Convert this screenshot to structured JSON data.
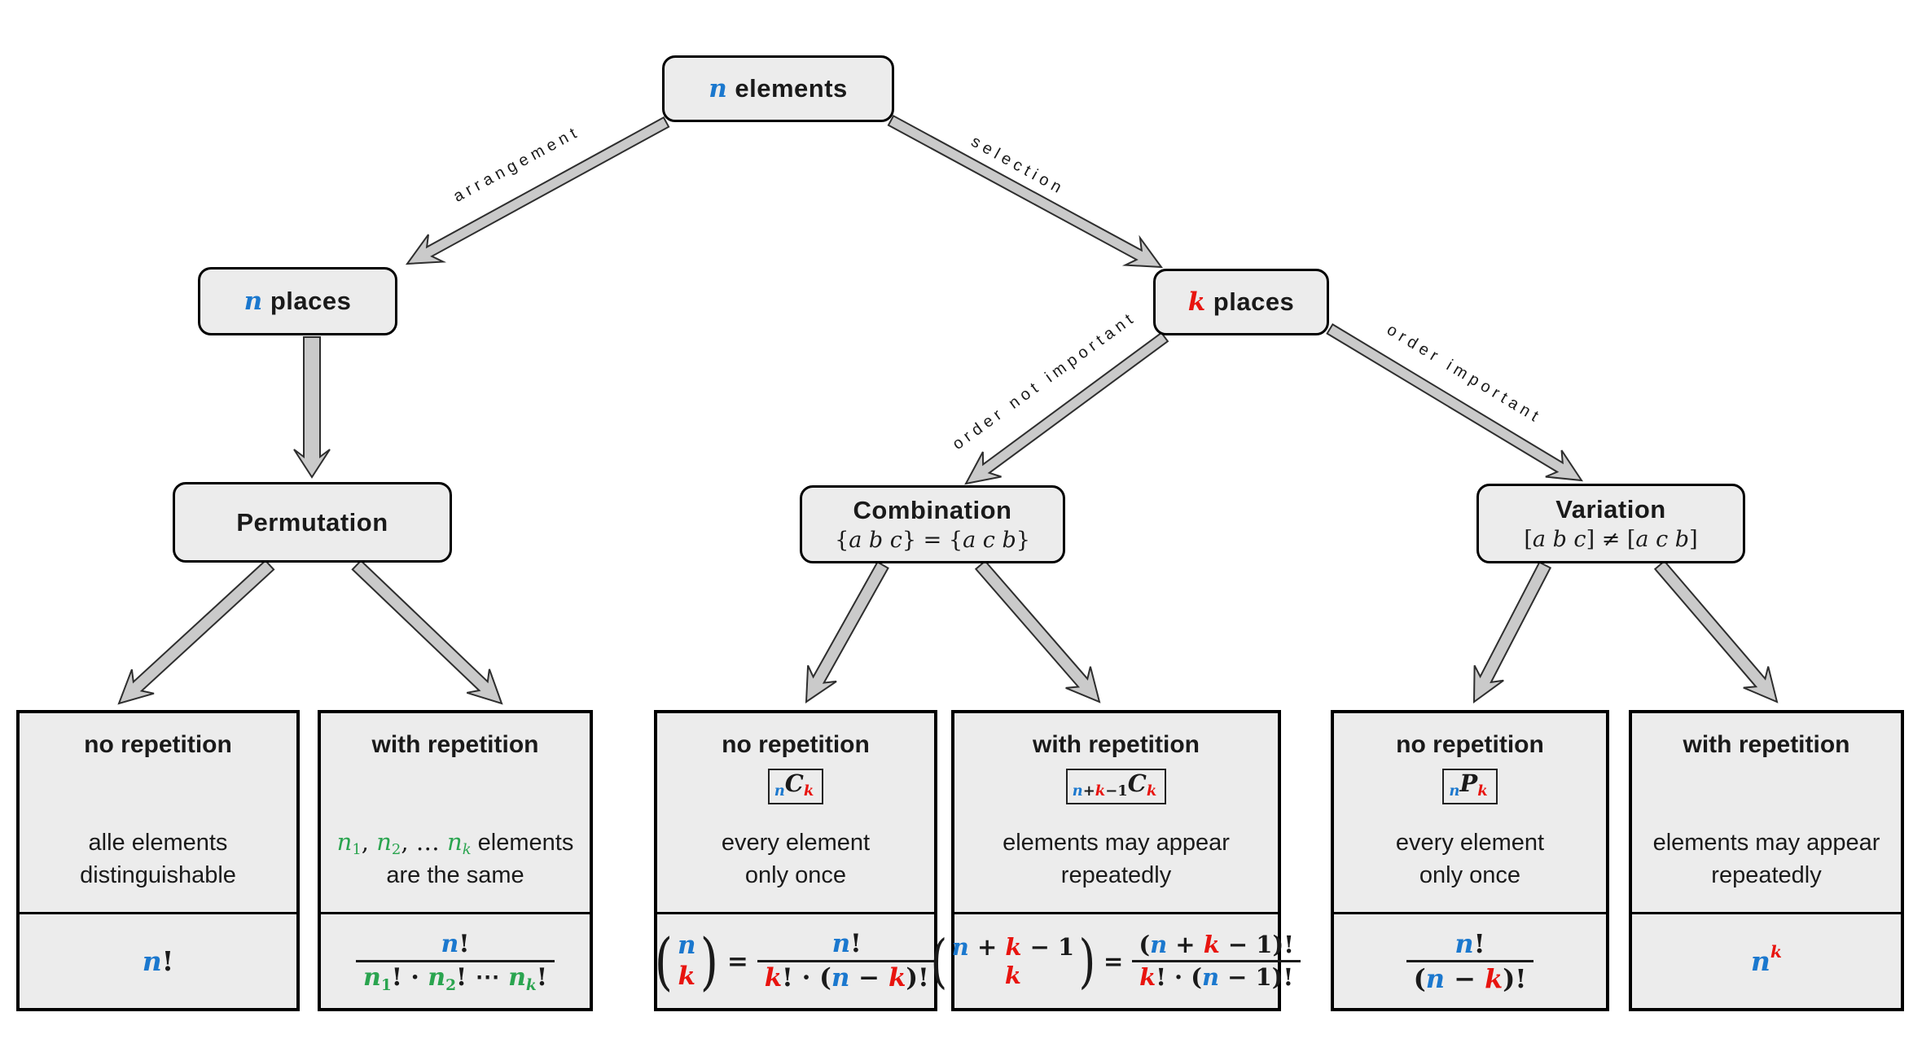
{
  "palette": {
    "blue": "#1B78CE",
    "red": "#E8140F",
    "green": "#2AA44F",
    "node_fill": "#ececec",
    "arrow_fill": "#cacaca",
    "arrow_stroke": "#2e2e2e"
  },
  "nodes": {
    "root": {
      "title": [
        {
          "t": "n",
          "c": "b",
          "it": 1,
          "bf": 1,
          "f": "m"
        },
        {
          "t": " elements",
          "bf": 1
        }
      ]
    },
    "n_places": {
      "title": [
        {
          "t": "n",
          "c": "b",
          "it": 1,
          "bf": 1,
          "f": "m"
        },
        {
          "t": " places",
          "bf": 1
        }
      ]
    },
    "k_places": {
      "title": [
        {
          "t": "k",
          "c": "r",
          "it": 1,
          "bf": 1,
          "f": "m"
        },
        {
          "t": " places",
          "bf": 1
        }
      ]
    },
    "permutation": {
      "title": [
        {
          "t": "Permutation",
          "bf": 1
        }
      ]
    },
    "combination": {
      "title": [
        {
          "t": "Combination",
          "bf": 1
        }
      ],
      "subtitle": [
        {
          "t": "{",
          "f": "m"
        },
        {
          "t": "a b c",
          "f": "m",
          "it": 1
        },
        {
          "t": "} = {",
          "f": "m"
        },
        {
          "t": "a c b",
          "f": "m",
          "it": 1
        },
        {
          "t": "}",
          "f": "m"
        }
      ]
    },
    "variation": {
      "title": [
        {
          "t": "Variation",
          "bf": 1
        }
      ],
      "subtitle": [
        {
          "t": "[",
          "f": "m"
        },
        {
          "t": "a b c",
          "f": "m",
          "it": 1
        },
        {
          "t": "] ≠ [",
          "f": "m"
        },
        {
          "t": "a c b",
          "f": "m",
          "it": 1
        },
        {
          "t": "]",
          "f": "m"
        }
      ]
    }
  },
  "edge_labels": {
    "arrangement": "arrangement",
    "selection": "selection",
    "order_not_important": "order not important",
    "order_important": "order important"
  },
  "leaves": [
    {
      "id": "permutation-no-repetition",
      "title": [
        {
          "t": "no repetition",
          "bf": 1
        }
      ],
      "badge": null,
      "desc": [
        [
          {
            "t": "alle elements"
          }
        ],
        [
          {
            "t": "distinguishable"
          }
        ]
      ],
      "formula": [
        {
          "t": "n",
          "c": "b",
          "it": 1
        },
        {
          "t": "!"
        }
      ]
    },
    {
      "id": "permutation-with-repetition",
      "title": [
        {
          "t": "with repetition",
          "bf": 1
        }
      ],
      "badge": null,
      "desc": [
        [
          {
            "t": "n",
            "c": "g",
            "it": 1,
            "f": "m"
          },
          {
            "t": "1",
            "c": "g",
            "pos": "sub",
            "f": "m"
          },
          {
            "t": ", ",
            "f": "m"
          },
          {
            "t": "n",
            "c": "g",
            "it": 1,
            "f": "m"
          },
          {
            "t": "2",
            "c": "g",
            "pos": "sub",
            "f": "m"
          },
          {
            "t": ", … ",
            "f": "m"
          },
          {
            "t": "n",
            "c": "g",
            "it": 1,
            "f": "m"
          },
          {
            "t": "k",
            "c": "g",
            "it": 1,
            "pos": "sub",
            "f": "m"
          },
          {
            "t": " elements"
          }
        ],
        [
          {
            "t": "are the same"
          }
        ]
      ],
      "formula": [
        {
          "frac": {
            "num": [
              {
                "t": "n",
                "c": "b",
                "it": 1
              },
              {
                "t": "!"
              }
            ],
            "den": [
              {
                "t": "n",
                "c": "g",
                "it": 1
              },
              {
                "t": "1",
                "c": "g",
                "pos": "sub"
              },
              {
                "t": "! · "
              },
              {
                "t": "n",
                "c": "g",
                "it": 1
              },
              {
                "t": "2",
                "c": "g",
                "pos": "sub"
              },
              {
                "t": "! ⋯ "
              },
              {
                "t": "n",
                "c": "g",
                "it": 1
              },
              {
                "t": "k",
                "c": "g",
                "it": 1,
                "pos": "sub"
              },
              {
                "t": "!"
              }
            ]
          }
        }
      ]
    },
    {
      "id": "combination-no-repetition",
      "title": [
        {
          "t": "no repetition",
          "bf": 1
        }
      ],
      "badge": [
        {
          "t": "n",
          "c": "b",
          "it": 1,
          "bf": 1,
          "pos": "sub"
        },
        {
          "t": "C",
          "it": 1,
          "bf": 1
        },
        {
          "t": "k",
          "c": "r",
          "it": 1,
          "bf": 1,
          "pos": "sub"
        }
      ],
      "desc": [
        [
          {
            "t": "every element"
          }
        ],
        [
          {
            "t": "only once"
          }
        ]
      ],
      "formula": [
        {
          "binom": {
            "top": [
              {
                "t": "n",
                "c": "b",
                "it": 1
              }
            ],
            "bot": [
              {
                "t": "k",
                "c": "r",
                "it": 1
              }
            ]
          }
        },
        {
          "t": " = "
        },
        {
          "frac": {
            "num": [
              {
                "t": "n",
                "c": "b",
                "it": 1
              },
              {
                "t": "!"
              }
            ],
            "den": [
              {
                "t": "k",
                "c": "r",
                "it": 1
              },
              {
                "t": "! · ("
              },
              {
                "t": "n",
                "c": "b",
                "it": 1
              },
              {
                "t": " − "
              },
              {
                "t": "k",
                "c": "r",
                "it": 1
              },
              {
                "t": ")!"
              }
            ]
          }
        }
      ]
    },
    {
      "id": "combination-with-repetition",
      "title": [
        {
          "t": "with repetition",
          "bf": 1
        }
      ],
      "badge": [
        {
          "t": "n",
          "c": "b",
          "it": 1,
          "bf": 1,
          "pos": "sub"
        },
        {
          "t": "+",
          "pos": "sub"
        },
        {
          "t": "k",
          "c": "r",
          "it": 1,
          "bf": 1,
          "pos": "sub"
        },
        {
          "t": "−1",
          "pos": "sub"
        },
        {
          "t": "C",
          "it": 1,
          "bf": 1
        },
        {
          "t": "k",
          "c": "r",
          "it": 1,
          "bf": 1,
          "pos": "sub"
        }
      ],
      "desc": [
        [
          {
            "t": "elements may appear"
          }
        ],
        [
          {
            "t": "repeatedly"
          }
        ]
      ],
      "formula": [
        {
          "binom": {
            "top": [
              {
                "t": "n",
                "c": "b",
                "it": 1
              },
              {
                "t": " + "
              },
              {
                "t": "k",
                "c": "r",
                "it": 1
              },
              {
                "t": " − 1"
              }
            ],
            "bot": [
              {
                "t": "k",
                "c": "r",
                "it": 1
              }
            ]
          }
        },
        {
          "t": " = "
        },
        {
          "frac": {
            "num": [
              {
                "t": "("
              },
              {
                "t": "n",
                "c": "b",
                "it": 1
              },
              {
                "t": " + "
              },
              {
                "t": "k",
                "c": "r",
                "it": 1
              },
              {
                "t": " − 1)!"
              }
            ],
            "den": [
              {
                "t": "k",
                "c": "r",
                "it": 1
              },
              {
                "t": "! · ("
              },
              {
                "t": "n",
                "c": "b",
                "it": 1
              },
              {
                "t": " − 1)!"
              }
            ]
          }
        }
      ]
    },
    {
      "id": "variation-no-repetition",
      "title": [
        {
          "t": "no repetition",
          "bf": 1
        }
      ],
      "badge": [
        {
          "t": "n",
          "c": "b",
          "it": 1,
          "bf": 1,
          "pos": "sub"
        },
        {
          "t": "P",
          "it": 1,
          "bf": 1
        },
        {
          "t": "k",
          "c": "r",
          "it": 1,
          "bf": 1,
          "pos": "sub"
        }
      ],
      "desc": [
        [
          {
            "t": "every element"
          }
        ],
        [
          {
            "t": "only once"
          }
        ]
      ],
      "formula": [
        {
          "frac": {
            "num": [
              {
                "t": "n",
                "c": "b",
                "it": 1
              },
              {
                "t": "!"
              }
            ],
            "den": [
              {
                "t": "("
              },
              {
                "t": "n",
                "c": "b",
                "it": 1
              },
              {
                "t": " − "
              },
              {
                "t": "k",
                "c": "r",
                "it": 1
              },
              {
                "t": ")!"
              }
            ]
          }
        }
      ]
    },
    {
      "id": "variation-with-repetition",
      "title": [
        {
          "t": "with repetition",
          "bf": 1
        }
      ],
      "badge": null,
      "desc": [
        [
          {
            "t": "elements may appear"
          }
        ],
        [
          {
            "t": "repeatedly"
          }
        ]
      ],
      "formula": [
        {
          "t": "n",
          "c": "b",
          "it": 1
        },
        {
          "t": "k",
          "c": "r",
          "it": 1,
          "pos": "sup"
        }
      ]
    }
  ]
}
